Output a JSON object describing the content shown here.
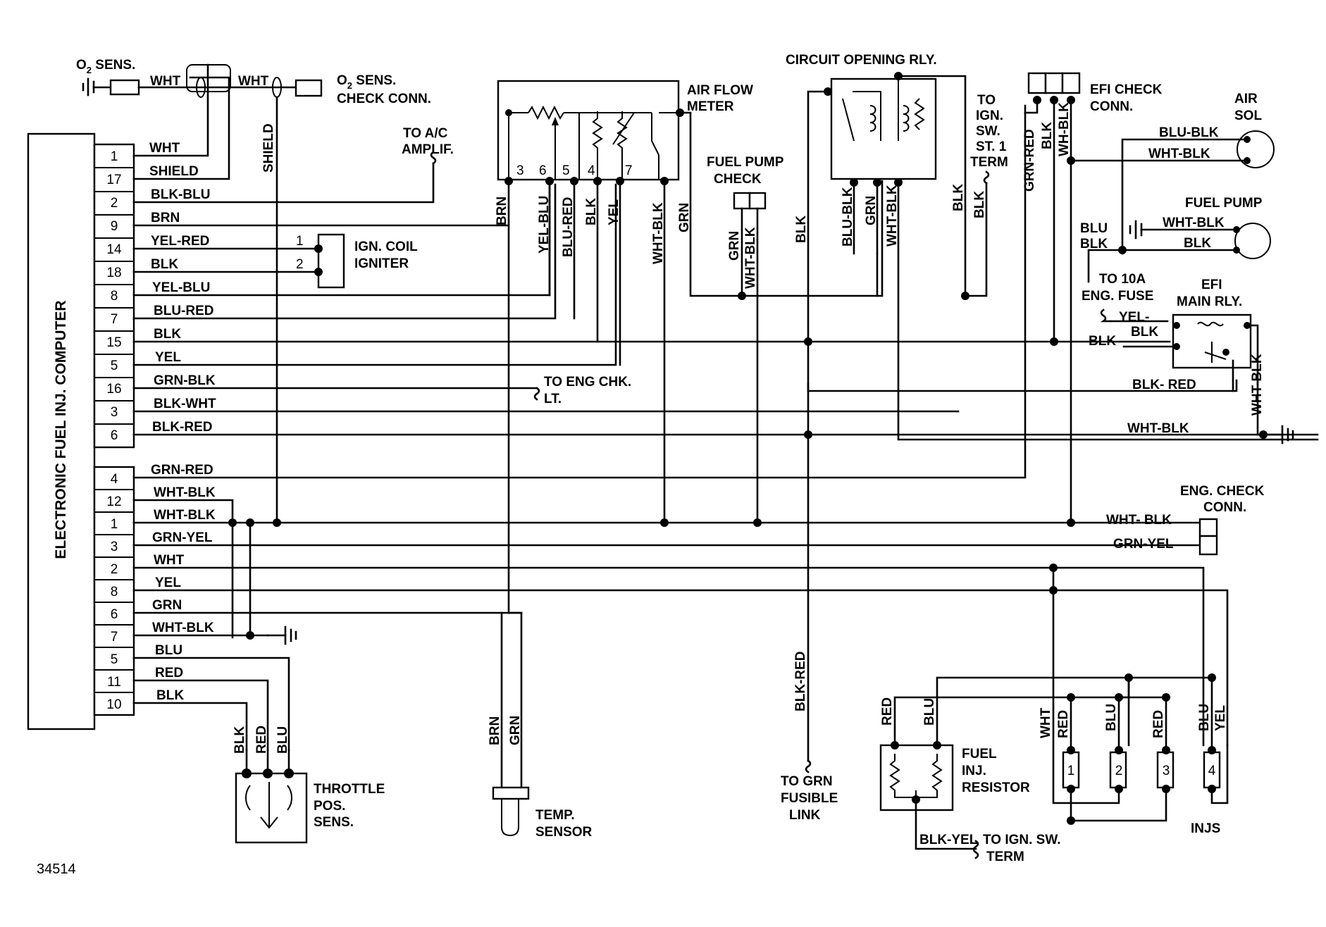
{
  "figure_number": "34514",
  "computer": {
    "title": "ELECTRONIC FUEL INJ. COMPUTER",
    "pins_a": [
      "1",
      "17",
      "2",
      "9",
      "14",
      "18",
      "8",
      "7",
      "15",
      "5",
      "16",
      "3",
      "6"
    ],
    "pins_b": [
      "4",
      "12",
      "1",
      "3",
      "2",
      "8",
      "6",
      "7",
      "5",
      "11",
      "10"
    ],
    "wires_a": [
      "WHT",
      "SHIELD",
      "BLK-BLU",
      "BRN",
      "YEL-RED",
      "BLK",
      "YEL-BLU",
      "BLU-RED",
      "BLK",
      "YEL",
      "GRN-BLK",
      "BLK-WHT",
      "BLK-RED"
    ],
    "wires_b": [
      "GRN-RED",
      "WHT-BLK",
      "WHT-BLK",
      "GRN-YEL",
      "WHT",
      "YEL",
      "GRN",
      "WHT-BLK",
      "BLU",
      "RED",
      "BLK"
    ]
  },
  "o2": {
    "sens_sub": "2",
    "sens_top_a": "O",
    "sens_top_b": " SENS.",
    "sens_check_a": "O",
    "sens_check_b": " SENS.",
    "sens_check_line2": "CHECK CONN.",
    "wire_left": "WHT",
    "wire_right": "WHT",
    "shield": "SHIELD"
  },
  "ac": {
    "line1": "TO A/C",
    "line2": "AMPLIF."
  },
  "igniter": {
    "line1": "IGN. COIL",
    "line2": "IGNITER",
    "pin1": "1",
    "pin2": "2"
  },
  "airflow": {
    "line1": "AIR FLOW",
    "line2": "METER",
    "pins": [
      "3",
      "6",
      "5",
      "4",
      "7"
    ],
    "wires": [
      "BRN",
      "YEL-BLU",
      "BLU-RED",
      "BLK",
      "YEL",
      "WHT-BLK",
      "GRN"
    ]
  },
  "fuelpump_check": {
    "line1": "FUEL PUMP",
    "line2": "CHECK",
    "wires": [
      "GRN",
      "WHT-BLK"
    ]
  },
  "circuit_relay": {
    "title": "CIRCUIT OPENING RLY.",
    "wires": [
      "BLK",
      "BLU-BLK",
      "GRN",
      "WHT-BLK",
      "BLK"
    ]
  },
  "ign_sw": {
    "line1": "TO",
    "line2": "IGN.",
    "line3": "SW.",
    "line4": "ST. 1",
    "line5": "TERM",
    "wire": "BLK"
  },
  "efi_check": {
    "line1": "EFI CHECK",
    "line2": "CONN.",
    "wires": [
      "GRN-RED",
      "BLK",
      "WH-BLK"
    ]
  },
  "air_sol": {
    "line1": "AIR",
    "line2": "SOL",
    "wires": [
      "BLU-BLK",
      "WHT-BLK"
    ]
  },
  "fuel_pump": {
    "title": "FUEL PUMP",
    "wires": [
      "WHT-BLK",
      "BLK"
    ],
    "left_wires": [
      "BLU",
      "BLK"
    ]
  },
  "main_relay": {
    "fuse1": "TO 10A",
    "fuse2": "ENG. FUSE",
    "title1": "EFI",
    "title2": "MAIN RLY.",
    "wires": [
      "YEL-",
      "BLK",
      "BLK",
      "BLK- RED",
      "WHT-BLK",
      "WHT-BLK"
    ]
  },
  "eng_chk_lt": {
    "line1": "TO ENG CHK.",
    "line2": "LT."
  },
  "eng_check_conn": {
    "line1": "ENG. CHECK",
    "line2": "CONN.",
    "wires": [
      "WHT- BLK",
      "GRN-YEL"
    ]
  },
  "throttle": {
    "line1": "THROTTLE",
    "line2": "POS.",
    "line3": "SENS.",
    "wires": [
      "BLK",
      "RED",
      "BLU"
    ]
  },
  "temp": {
    "line1": "TEMP.",
    "line2": "SENSOR",
    "wires": [
      "BRN",
      "GRN"
    ]
  },
  "fusible": {
    "line1": "TO GRN",
    "line2": "FUSIBLE",
    "line3": "LINK",
    "wire": "BLK-RED"
  },
  "resistor": {
    "line1": "FUEL",
    "line2": "INJ.",
    "line3": "RESISTOR",
    "wires": [
      "RED",
      "BLU"
    ],
    "out_wire": "BLK-YEL",
    "to1": "TO IGN. SW.",
    "to2": "TERM"
  },
  "injectors": {
    "title": "INJS",
    "numbers": [
      "1",
      "2",
      "3",
      "4"
    ],
    "wires": [
      "WHT",
      "RED",
      "BLU",
      "RED",
      "BLU",
      "YEL"
    ]
  }
}
